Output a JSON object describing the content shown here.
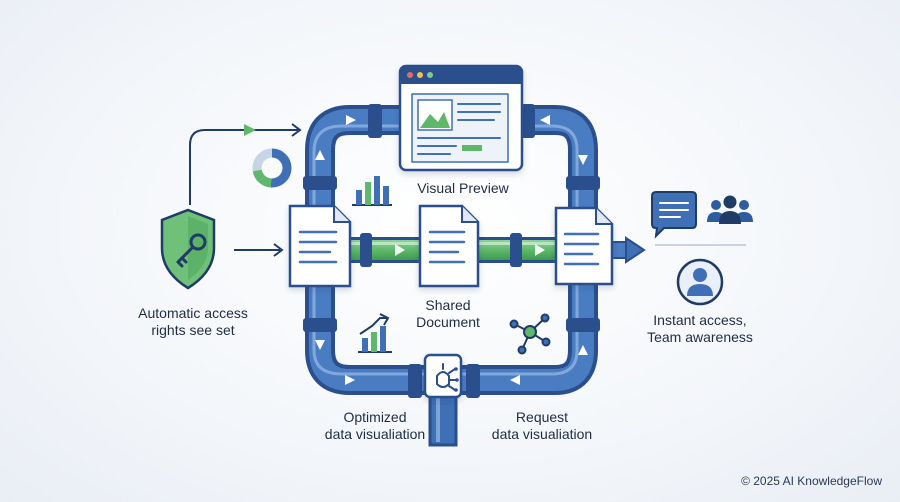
{
  "labels": {
    "access": [
      "Automatic access",
      "rights see set"
    ],
    "preview": "Visual Preview",
    "shared": [
      "Shared",
      "Document"
    ],
    "instant": [
      "Instant access,",
      "Team awareness"
    ],
    "optimized": [
      "Optimized",
      "data visualiation"
    ],
    "request": [
      "Request",
      "data visualiation"
    ]
  },
  "footer": {
    "copyright": "© 2025 AI KnowledgeFlow"
  },
  "colors": {
    "pipe": "#3f6fb5",
    "pipe_dark": "#2a4f8c",
    "pipe_light": "#a9c3e8",
    "green": "#5fb86b",
    "navy": "#1f3b66",
    "doc": "#ffffff"
  },
  "icons": {
    "shield": "shield-key-icon",
    "pie": "donut-chart-icon",
    "bars": "bar-chart-icon",
    "trend": "trend-chart-icon",
    "network": "network-icon",
    "chat": "chat-bubble-icon",
    "team": "team-icon",
    "user": "user-avatar-icon",
    "hub": "data-hub-icon",
    "window": "browser-window-icon"
  }
}
